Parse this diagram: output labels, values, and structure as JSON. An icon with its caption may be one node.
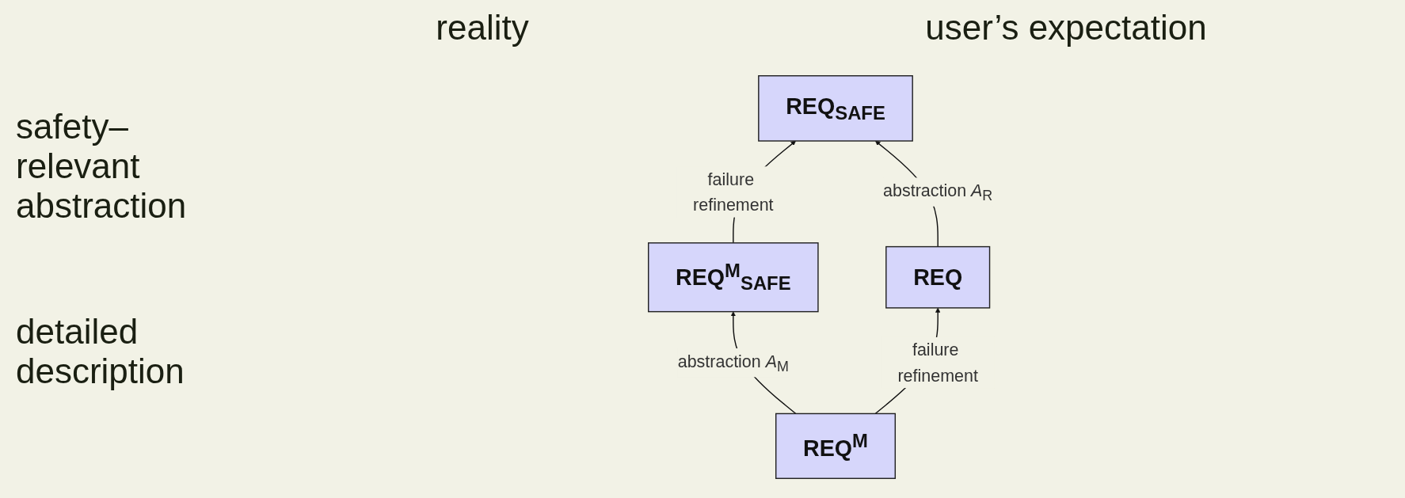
{
  "diagram": {
    "nodes": [
      {
        "text": [
          "REQ$_{SAFE}$"
        ]
      },
      {
        "text": [
          "REQ$^{M}$$_{SAFE}$"
        ]
      },
      {
        "text": [
          "REQ"
        ]
      },
      {
        "text": [
          "REQ$^{M}$"
        ]
      }
    ],
    "edges": [
      {
        "from": 1,
        "to": 0,
        "arrow": "to",
        "label": "failure refinement"
      },
      {
        "from": 2,
        "to": 0,
        "arrow": "to",
        "label": "abstraction *A*$_{R}$"
      },
      {
        "from": 3,
        "to": 1,
        "arrow": "to",
        "label": "abstraction *A*$_{M}$"
      },
      {
        "from": 3,
        "to": 2,
        "arrow": "to",
        "label": "failure refinement"
      }
    ],
    "labels": [
      "reality",
      "user’s expectation",
      "safety– relevant abstraction",
      "detailed description"
    ]
  }
}
